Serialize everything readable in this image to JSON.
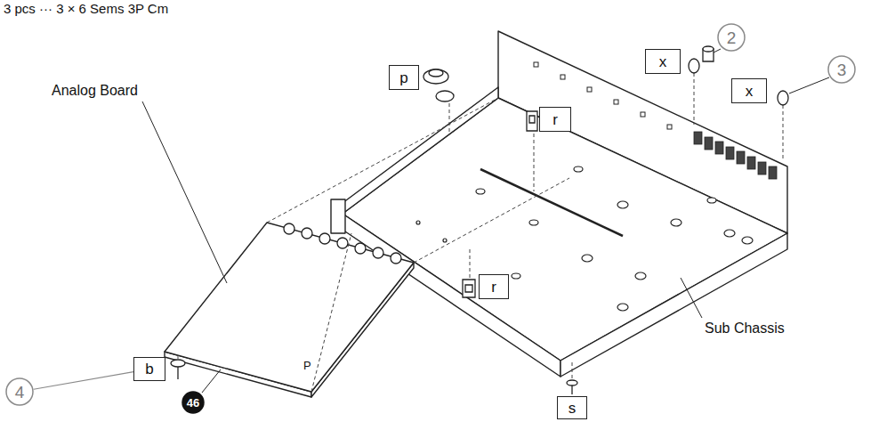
{
  "diagram": {
    "nodes": [
      {
        "text": [
          "2"
        ]
      },
      {
        "text": [
          "3"
        ]
      },
      {
        "text": [
          "x"
        ]
      },
      {
        "text": [
          "x"
        ]
      },
      {
        "text": [
          "p"
        ]
      },
      {
        "text": [
          "r"
        ]
      },
      {
        "text": [
          "r"
        ]
      },
      {
        "text": [
          "4"
        ]
      },
      {
        "text": [
          "b"
        ]
      },
      {
        "text": [
          "46"
        ]
      },
      {
        "text": [
          "s"
        ]
      }
    ],
    "edges": [
      {
        "from": 7,
        "to": 8,
        "arrow": "none"
      }
    ],
    "labels": [
      "3 pcs ··· 3 × 6 Sems 3P Cm",
      "Analog Board",
      "Sub Chassis",
      "P"
    ]
  }
}
